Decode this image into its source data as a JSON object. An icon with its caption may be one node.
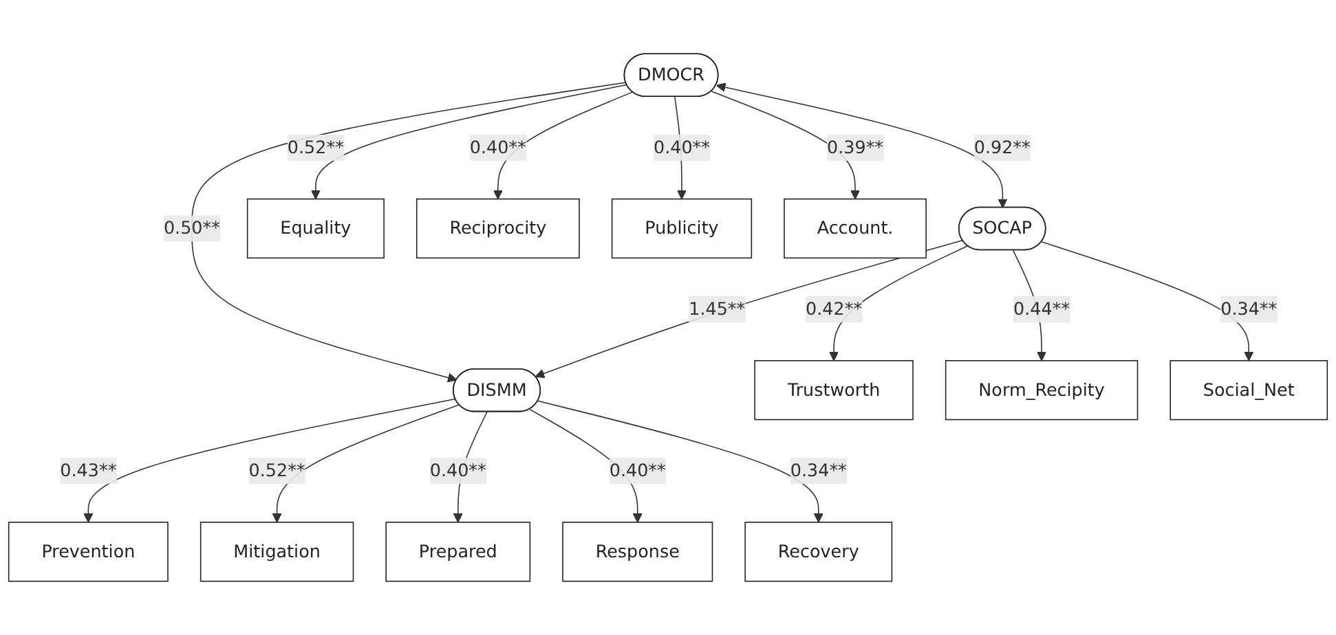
{
  "diagram": {
    "nodes": [
      {
        "text": [
          "Equality"
        ]
      },
      {
        "text": [
          "Reciprocity"
        ]
      },
      {
        "text": [
          "Publicity"
        ]
      },
      {
        "text": [
          "Account."
        ]
      },
      {
        "text": [
          "Trustworth"
        ]
      },
      {
        "text": [
          "Norm_Recipity"
        ]
      },
      {
        "text": [
          "Social_Net"
        ]
      },
      {
        "text": [
          "DMOCR"
        ]
      },
      {
        "text": [
          "SOCAP"
        ]
      },
      {
        "text": [
          "DISMM"
        ]
      },
      {
        "text": [
          "Prevention"
        ]
      },
      {
        "text": [
          "Mitigation"
        ]
      },
      {
        "text": [
          "Prepared"
        ]
      },
      {
        "text": [
          "Response"
        ]
      },
      {
        "text": [
          "Recovery"
        ]
      }
    ],
    "edges": [
      {
        "from": 7,
        "to": 0,
        "arrow": "to",
        "label": "0.52**"
      },
      {
        "from": 7,
        "to": 1,
        "arrow": "to",
        "label": "0.40**"
      },
      {
        "from": 7,
        "to": 2,
        "arrow": "to",
        "label": "0.40**"
      },
      {
        "from": 7,
        "to": 3,
        "arrow": "to",
        "label": "0.39**"
      },
      {
        "from": 8,
        "to": 4,
        "arrow": "to",
        "label": "0.42**"
      },
      {
        "from": 8,
        "to": 5,
        "arrow": "to",
        "label": "0.44**"
      },
      {
        "from": 8,
        "to": 6,
        "arrow": "to",
        "label": "0.34**"
      },
      {
        "from": 7,
        "to": 8,
        "arrow": "both",
        "label": "0.92**"
      },
      {
        "from": 7,
        "to": 9,
        "arrow": "to",
        "label": "0.50**"
      },
      {
        "from": 8,
        "to": 9,
        "arrow": "to",
        "label": "1.45**"
      },
      {
        "from": 9,
        "to": 10,
        "arrow": "to",
        "label": "0.43**"
      },
      {
        "from": 9,
        "to": 11,
        "arrow": "to",
        "label": "0.52**"
      },
      {
        "from": 9,
        "to": 12,
        "arrow": "to",
        "label": "0.40**"
      },
      {
        "from": 9,
        "to": 13,
        "arrow": "to",
        "label": "0.40**"
      },
      {
        "from": 9,
        "to": 14,
        "arrow": "to",
        "label": "0.34**"
      }
    ]
  }
}
